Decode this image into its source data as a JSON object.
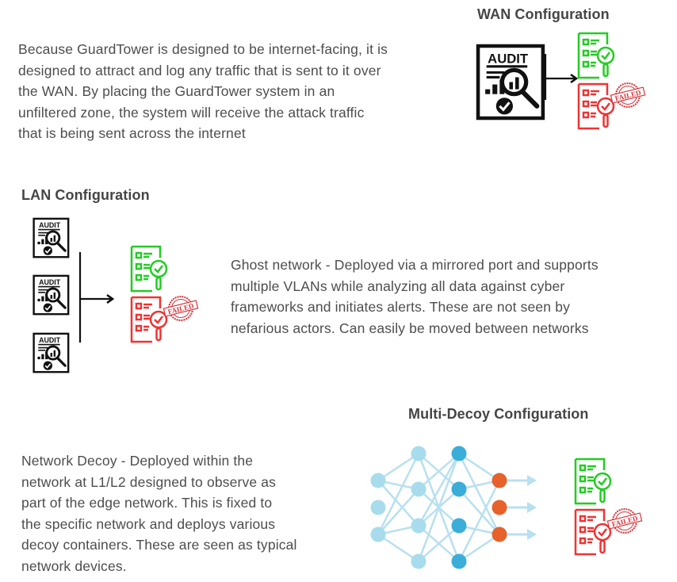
{
  "sections": {
    "wan": {
      "title": "WAN Configuration",
      "lines": [
        "Because GuardTower is designed to be internet-facing, it is",
        "designed to attract and log any traffic that is sent to it over",
        "the WAN. By placing the GuardTower system in an",
        "unfiltered zone, the system will receive the attack traffic",
        "that is being sent across the internet"
      ]
    },
    "lan": {
      "title": "LAN Configuration",
      "lines": [
        "Ghost network - Deployed via a mirrored port and supports",
        "multiple VLANs while analyzing all data against cyber",
        "frameworks and initiates alerts. These are not seen by",
        "nefarious actors. Can easily be moved between networks"
      ]
    },
    "multi": {
      "title": "Multi-Decoy Configuration",
      "lines": [
        "Network Decoy - Deployed within the",
        "network at L1/L2 designed to observe as",
        "part of the edge network. This is fixed to",
        "the specific network and deploys various",
        "decoy containers. These are seen as typical",
        "network devices."
      ]
    }
  },
  "icons": {
    "audit_label": "AUDIT",
    "failed_label": "FAILED"
  },
  "colors": {
    "pass": "#22cc22",
    "fail": "#ee3333",
    "stamp": "#d9333a",
    "node_light": "#a8dcec",
    "node_mid": "#3aaed8",
    "node_out": "#e6612c",
    "edge": "#b8e0ef"
  }
}
